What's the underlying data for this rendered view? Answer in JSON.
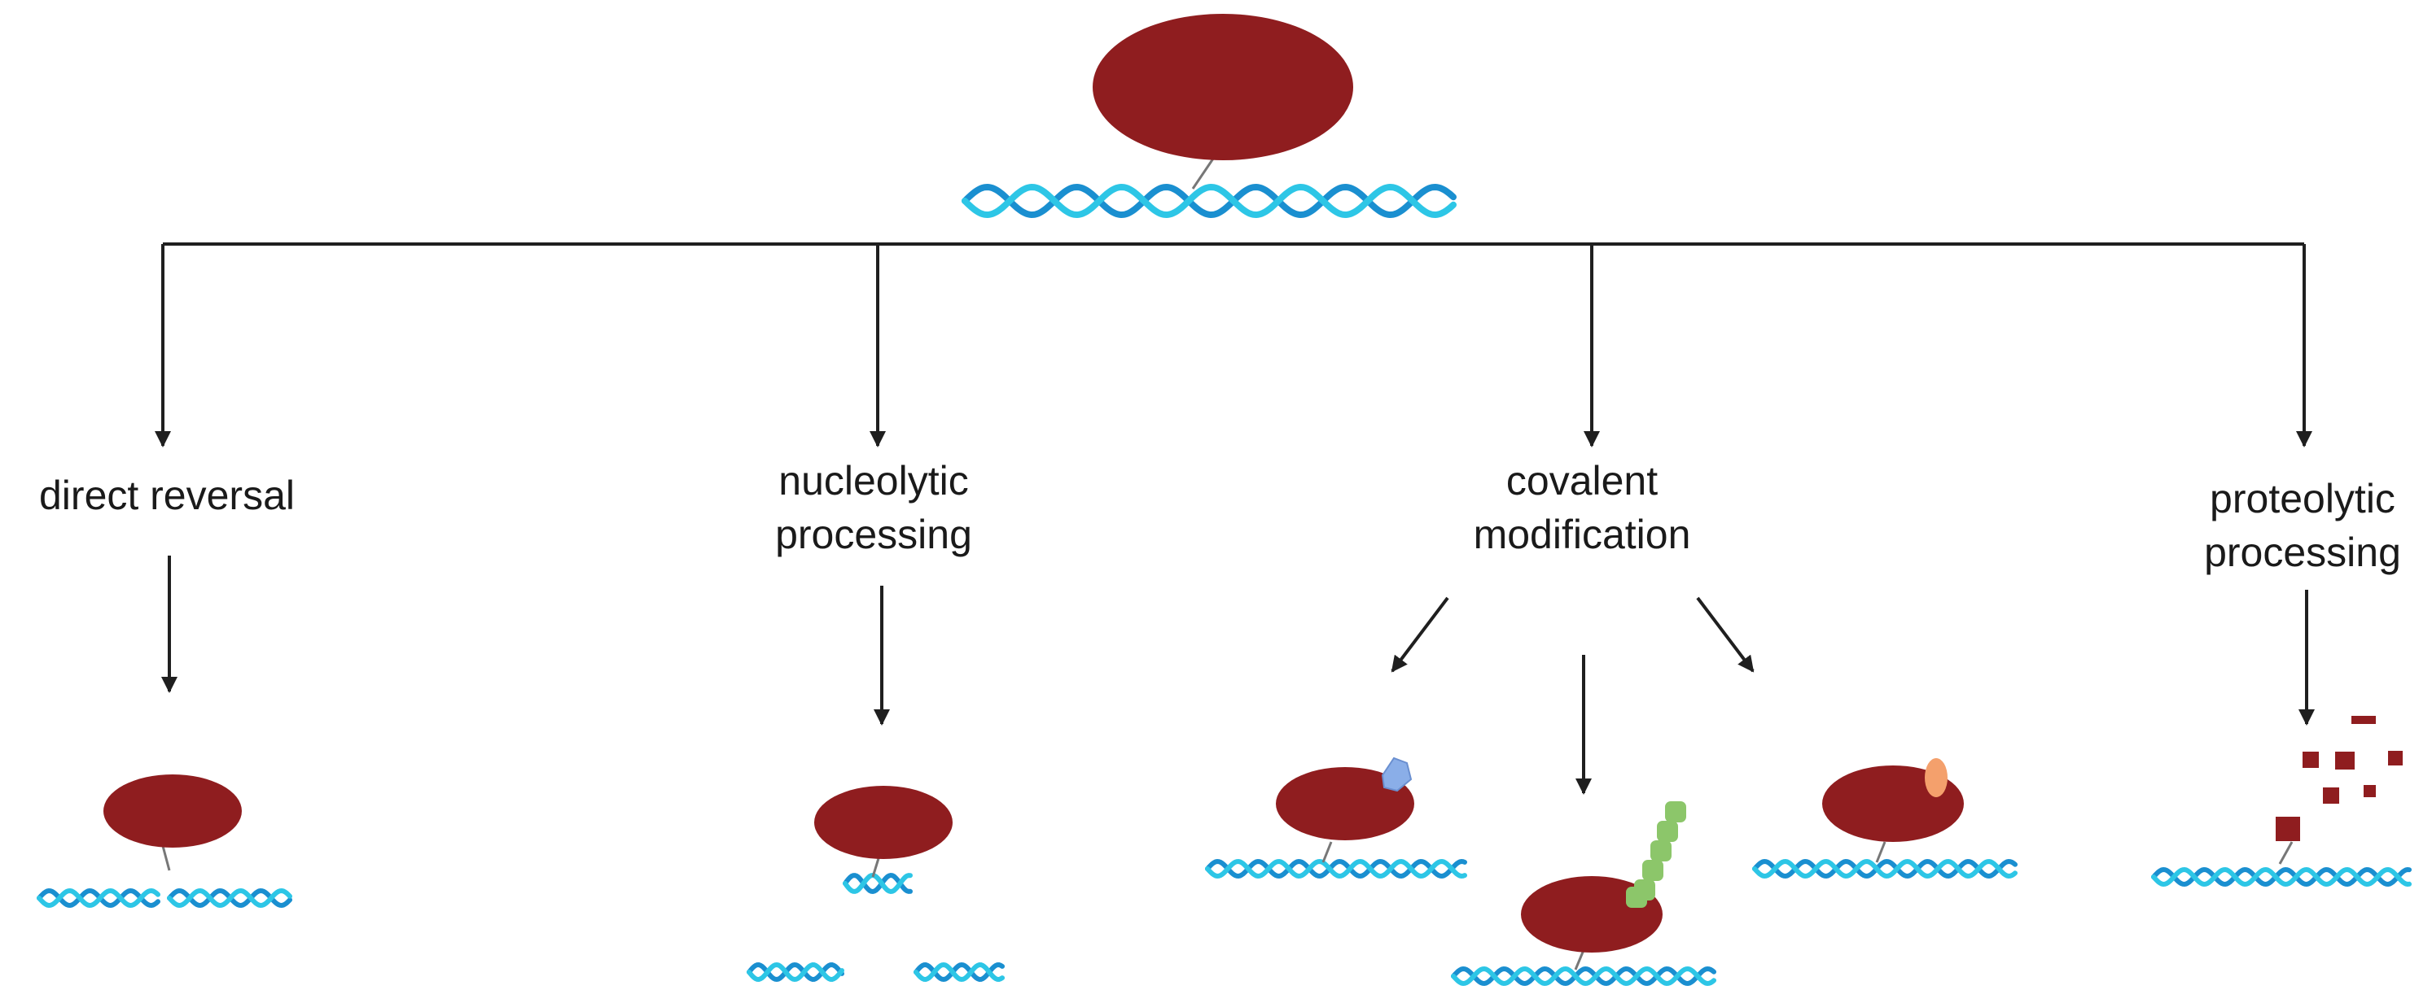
{
  "labels": {
    "direct_reversal": "direct reversal",
    "nucleolytic_line1": "nucleolytic",
    "nucleolytic_line2": "processing",
    "covalent_line1": "covalent",
    "covalent_line2": "modification",
    "proteolytic_line1": "proteolytic",
    "proteolytic_line2": "processing"
  },
  "colors": {
    "protein": "#8f1d1f",
    "dna_light": "#2dc6e6",
    "dna_dark": "#1a8fd0",
    "arrow": "#1f1f1f",
    "linker": "#777777",
    "modification_blue": "#8aaee8",
    "modification_green": "#8cc66a",
    "modification_orange": "#f4a06c"
  },
  "icons": {
    "protein": "protein-ellipse-icon",
    "dna": "dna-helix-icon",
    "arrow": "arrow-down-icon"
  }
}
